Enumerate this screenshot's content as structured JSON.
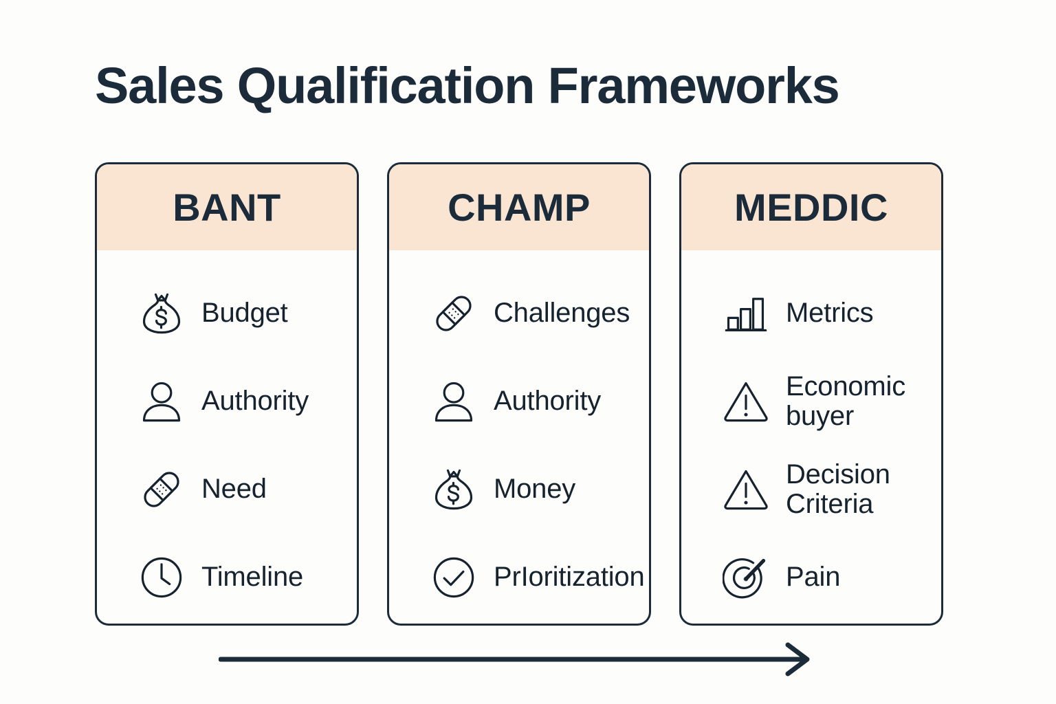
{
  "title": "Sales Qualification Frameworks",
  "colors": {
    "background": "#FDFDFB",
    "ink": "#1B2B3A",
    "header_fill": "#FAE5D3",
    "card_border": "#1B2B3A",
    "text": "#16222E"
  },
  "cards": [
    {
      "name": "BANT",
      "header": "BANT",
      "items": [
        {
          "icon": "money-bag-icon",
          "label": "Budget"
        },
        {
          "icon": "person-icon",
          "label": "Authority"
        },
        {
          "icon": "bandage-icon",
          "label": "Need"
        },
        {
          "icon": "clock-icon",
          "label": "Timeline"
        }
      ]
    },
    {
      "name": "CHAMP",
      "header": "CHAMP",
      "items": [
        {
          "icon": "bandage-icon",
          "label": "Challenges"
        },
        {
          "icon": "person-icon",
          "label": "Authority"
        },
        {
          "icon": "money-bag-icon",
          "label": "Money"
        },
        {
          "icon": "check-circle-icon",
          "label": "PrIoritization"
        }
      ]
    },
    {
      "name": "MEDDIC",
      "header": "MEDDIC",
      "items": [
        {
          "icon": "bar-chart-icon",
          "label": "Metrics"
        },
        {
          "icon": "warning-triangle-icon",
          "label": "Economic\nbuyer"
        },
        {
          "icon": "warning-triangle-icon",
          "label": "Decision\nCriteria"
        },
        {
          "icon": "target-icon",
          "label": "Pain"
        }
      ]
    }
  ],
  "progress_arrow": {
    "direction": "right",
    "meaning": "progression"
  }
}
